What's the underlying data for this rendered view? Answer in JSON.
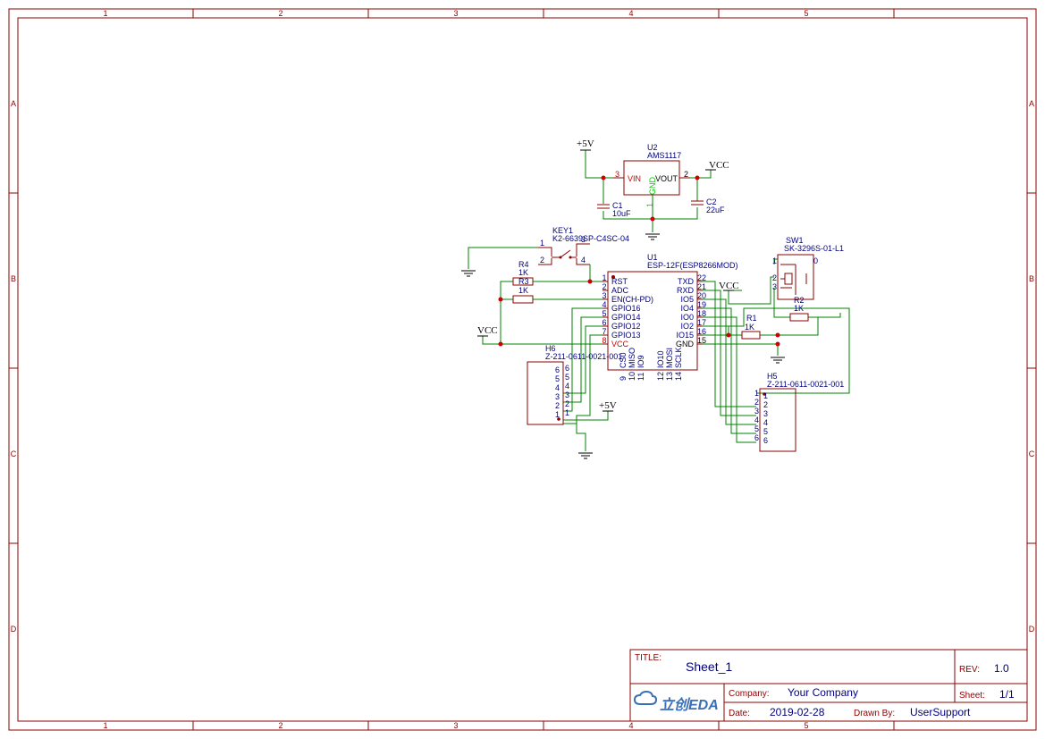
{
  "frame": {
    "columns": [
      "1",
      "2",
      "3",
      "4",
      "5"
    ],
    "rows": [
      "A",
      "B",
      "C",
      "D"
    ]
  },
  "power_labels": {
    "p5v_top": "+5V",
    "vcc_u2": "VCC",
    "vcc_sw1": "VCC",
    "vcc_left": "VCC",
    "p5v_h6": "+5V"
  },
  "u2": {
    "ref": "U2",
    "value": "AMS1117",
    "pins": {
      "vin_name": "VIN",
      "vin_num": "3",
      "vout_name": "VOUT",
      "vout_num": "2",
      "gnd_name": "GND",
      "gnd_num": "1"
    }
  },
  "c1": {
    "ref": "C1",
    "value": "10uF"
  },
  "c2": {
    "ref": "C2",
    "value": "22uF"
  },
  "key1": {
    "ref": "KEY1",
    "value": "K2-6639SP-C4SC-04",
    "pins": [
      "1",
      "2",
      "3",
      "4"
    ]
  },
  "r4": {
    "ref": "R4",
    "value": "1K"
  },
  "r3": {
    "ref": "R3",
    "value": "1K"
  },
  "r1": {
    "ref": "R1",
    "value": "1K"
  },
  "r2": {
    "ref": "R2",
    "value": "1K"
  },
  "u1": {
    "ref": "U1",
    "value": "ESP-12F(ESP8266MOD)",
    "left_pins": [
      {
        "num": "1",
        "name": "RST"
      },
      {
        "num": "2",
        "name": "ADC"
      },
      {
        "num": "3",
        "name": "EN(CH-PD)"
      },
      {
        "num": "4",
        "name": "GPIO16"
      },
      {
        "num": "5",
        "name": "GPIO14"
      },
      {
        "num": "6",
        "name": "GPIO12"
      },
      {
        "num": "7",
        "name": "GPIO13"
      },
      {
        "num": "8",
        "name": "VCC"
      }
    ],
    "right_pins": [
      {
        "num": "22",
        "name": "TXD"
      },
      {
        "num": "21",
        "name": "RXD"
      },
      {
        "num": "20",
        "name": "IO5"
      },
      {
        "num": "19",
        "name": "IO4"
      },
      {
        "num": "18",
        "name": "IO0"
      },
      {
        "num": "17",
        "name": "IO2"
      },
      {
        "num": "16",
        "name": "IO15"
      },
      {
        "num": "15",
        "name": "GND"
      }
    ],
    "bottom_pins": [
      {
        "num": "9",
        "name": "CS0"
      },
      {
        "num": "10",
        "name": "MISO"
      },
      {
        "num": "11",
        "name": "IO9"
      },
      {
        "num": "12",
        "name": "IO10"
      },
      {
        "num": "13",
        "name": "MOSI"
      },
      {
        "num": "14",
        "name": "SCLK"
      }
    ]
  },
  "sw1": {
    "ref": "SW1",
    "value": "SK-3296S-01-L1",
    "pins": [
      "1",
      "2",
      "3",
      "0"
    ]
  },
  "h6": {
    "ref": "H6",
    "value": "Z-211-0611-0021-001",
    "pins": [
      "6",
      "5",
      "4",
      "3",
      "2",
      "1"
    ]
  },
  "h5": {
    "ref": "H5",
    "value": "Z-211-0611-0021-001",
    "pins": [
      "1",
      "2",
      "3",
      "4",
      "5",
      "6"
    ]
  },
  "title_block": {
    "title_label": "TITLE:",
    "title": "Sheet_1",
    "rev_label": "REV:",
    "rev": "1.0",
    "company_label": "Company:",
    "company": "Your Company",
    "sheet_label": "Sheet:",
    "sheet": "1/1",
    "date_label": "Date:",
    "date": "2019-02-28",
    "drawn_label": "Drawn By:",
    "drawn_by": "UserSupport",
    "logo_text": "立创EDA"
  }
}
